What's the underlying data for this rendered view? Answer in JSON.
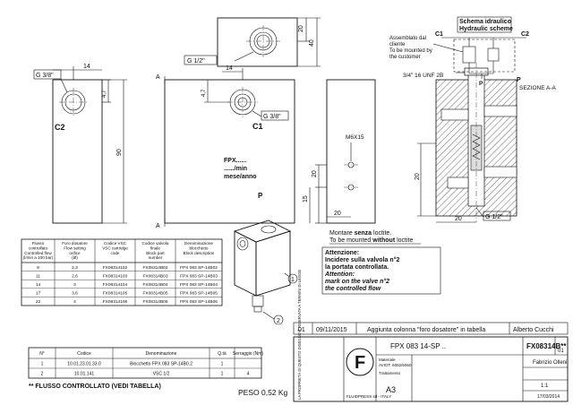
{
  "thread_labels": {
    "top_view_port": "G 1/2\"",
    "front_left_port": "G 3/8\"",
    "front_right_port": "G 3/8\"",
    "section_bottom_port": "G 1/2\"",
    "section_top_thread": "3/4\" 16 UNF 2B",
    "mount_holes": "M6X15"
  },
  "port_labels": {
    "c2": "C2",
    "c1": "C1",
    "p": "P"
  },
  "dimensions": {
    "top_20": "20",
    "top_40": "40",
    "left_14": "14",
    "left_47": "4,7",
    "left_90": "90",
    "mid_14": "14",
    "mid_47": "4,7",
    "right_20": "20",
    "right_15": "15",
    "bottom_20a": "20",
    "bottom_20b": "20",
    "side_20": "20",
    "side_40": "40",
    "section_20": "20",
    "section_a_top": "A",
    "section_a_bottom": "A"
  },
  "engraving": {
    "line1": "FPX......",
    "line2": "....../min",
    "line3": "mese/anno"
  },
  "schematic": {
    "title_it": "Schema idraulico",
    "title_en": "Hydraulic scheme",
    "c1": "C1",
    "c2": "C2",
    "p": "P",
    "assembly_note_it": "Assemblato dal",
    "assembly_note_it2": "cliente",
    "assembly_note_en": "To be mounted by",
    "assembly_note_en2": "the customer"
  },
  "section_label": "SEZIONE A-A",
  "notes": {
    "loctite_it_prefix": "Montare ",
    "loctite_it_bold": "senza",
    "loctite_it_suffix": " loctite.",
    "loctite_en_prefix": "To be mounted ",
    "loctite_en_bold": "without",
    "loctite_en_suffix": " loctite",
    "attention_it_title": "Attenzione:",
    "attention_it_l1": "Incidere sulla valvola n°2",
    "attention_it_l2": "la portata controllata.",
    "attention_en_title": "Attention:",
    "attention_en_l1": "mark on the valve n°2",
    "attention_en_l2": "the controlled flow"
  },
  "flow_table": {
    "headers": [
      [
        "Flusso",
        "controllato",
        "Controlled flow",
        "(l/min a 100 bar)"
      ],
      [
        "Foro dosatore",
        "Flow setting",
        "orifice",
        "(Ø)"
      ],
      [
        "Codice VSC",
        "VSC cartridge",
        "code"
      ],
      [
        "Codice valvola",
        "finale",
        "Block part",
        "number"
      ],
      [
        "Denominazione",
        "blocchetto",
        "Block description"
      ]
    ],
    "rows": [
      [
        "9",
        "2,3",
        "FX08314102",
        "FX08314B02",
        "FPX 083 SP-14B02"
      ],
      [
        "11",
        "2,6",
        "FX08314103",
        "FX08314B03",
        "FPX 083 SP-14B03"
      ],
      [
        "14",
        "3",
        "FX08314104",
        "FX08314B04",
        "FPX 083 SP-14B04"
      ],
      [
        "17",
        "3,6",
        "FX08314105",
        "FX08314B05",
        "FPX 083 SP-14B05"
      ],
      [
        "22",
        "4",
        "FX08314106",
        "FX08314B06",
        "FPX 083 SP-14B06"
      ]
    ]
  },
  "balloons": [
    "1",
    "2"
  ],
  "revision": {
    "number": "01",
    "date": "09/11/2015",
    "description": "Aggiunta colonna \"foro dosatore\" in tabella",
    "author": "Alberto Cucchi"
  },
  "bom": {
    "headers": [
      "N°",
      "Codice",
      "Denominazione",
      "Q.tà",
      "Serraggio (Nm)"
    ],
    "rows": [
      [
        "1",
        "10.01.23.01.33.0",
        "Blocchetto FPX 083 SP-14B0.2",
        "1",
        ""
      ],
      [
        "2",
        "10.01.141",
        "VSC 1/2",
        "1",
        "4"
      ]
    ]
  },
  "flow_note": "** FLUSSO CONTROLLATO (VEDI TABELLA)",
  "weight": "PESO 0,52 Kg",
  "title_block": {
    "part_title": "FPX 083 14-SP ..",
    "drawing_number": "FX08314B**",
    "sheet": "01",
    "material_label": "Materiale",
    "material": "AVIOT. 6082/6060",
    "treatment_label": "Trattamento",
    "drawn_by": "Fabrizio Olleni",
    "format": "A3",
    "scale": "1:1",
    "date": "17/03/2014",
    "company": "FLUIDPRESS srl - ITALY",
    "legal_text": "LA PROPRIETÀ DI QUESTO DISEGNO È RISERVATA A TERMINI DI LEGGE"
  }
}
